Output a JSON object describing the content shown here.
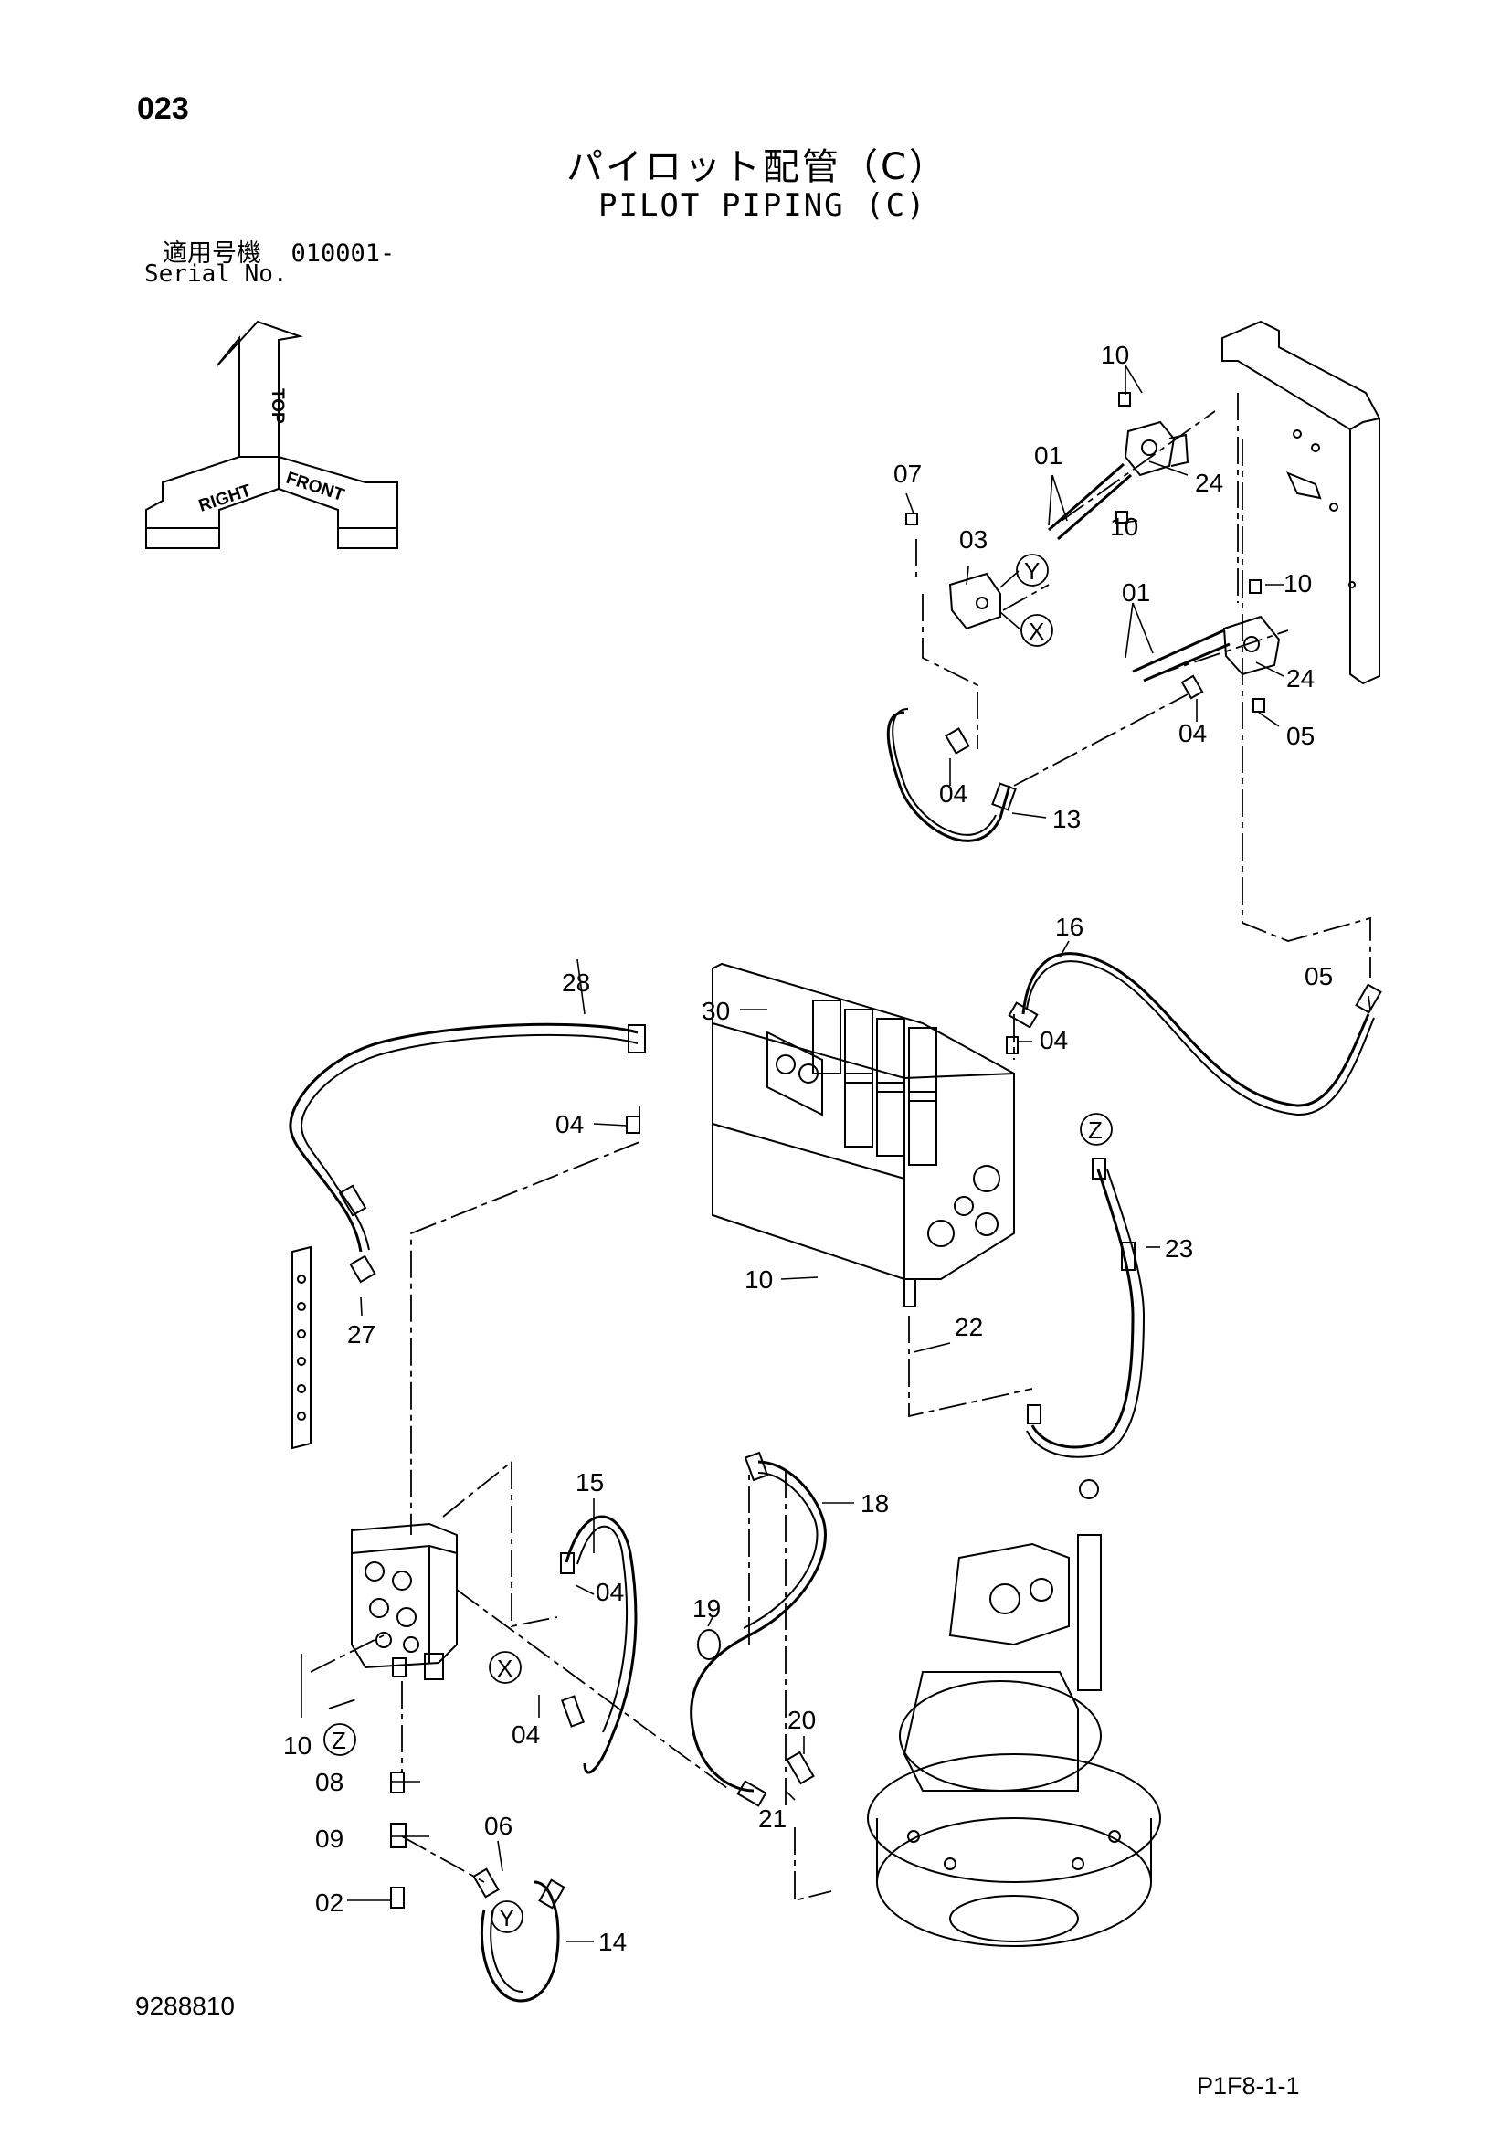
{
  "header": {
    "page_code": "023",
    "title_jp": "パイロット配管（C）",
    "title_en": "PILOT PIPING (C)",
    "serial_label_jp": "適用号機",
    "serial_value": "010001-",
    "serial_label_en": "Serial No."
  },
  "orientation": {
    "top": "TOP",
    "right": "RIGHT",
    "front": "FRONT"
  },
  "parts": {
    "p01a": "01",
    "p01b": "01",
    "p02": "02",
    "p03": "03",
    "p04a": "04",
    "p04b": "04",
    "p04c": "04",
    "p04d": "04",
    "p04e": "04",
    "p04f": "04",
    "p05a": "05",
    "p05b": "05",
    "p06": "06",
    "p07": "07",
    "p08": "08",
    "p09": "09",
    "p10a": "10",
    "p10b": "10",
    "p10c": "10",
    "p10d": "10",
    "p10e": "10",
    "p13": "13",
    "p14": "14",
    "p15": "15",
    "p16": "16",
    "p18": "18",
    "p19": "19",
    "p20": "20",
    "p21": "21",
    "p22": "22",
    "p23": "23",
    "p24a": "24",
    "p24b": "24",
    "p27": "27",
    "p28": "28",
    "p30": "30"
  },
  "connections": {
    "y1": "Y",
    "x1": "X",
    "z1": "Z",
    "x2": "X",
    "z2": "Z",
    "y2": "Y"
  },
  "footer": {
    "drawing_no": "9288810",
    "sheet_ref": "P1F8-1-1"
  }
}
